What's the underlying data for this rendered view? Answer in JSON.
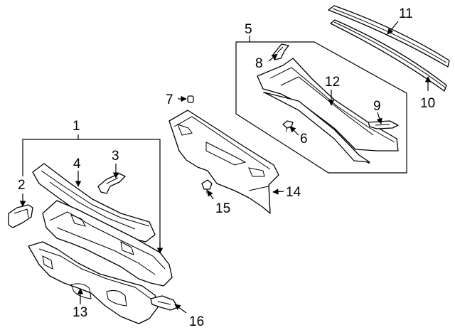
{
  "diagram": {
    "callouts": [
      {
        "id": "c1",
        "text": "1"
      },
      {
        "id": "c2",
        "text": "2"
      },
      {
        "id": "c3",
        "text": "3"
      },
      {
        "id": "c4",
        "text": "4"
      },
      {
        "id": "c5",
        "text": "5"
      },
      {
        "id": "c6",
        "text": "6"
      },
      {
        "id": "c7",
        "text": "7"
      },
      {
        "id": "c8",
        "text": "8"
      },
      {
        "id": "c9",
        "text": "9"
      },
      {
        "id": "c10",
        "text": "10"
      },
      {
        "id": "c11",
        "text": "11"
      },
      {
        "id": "c12",
        "text": "12"
      },
      {
        "id": "c13",
        "text": "13"
      },
      {
        "id": "c14",
        "text": "14"
      },
      {
        "id": "c15",
        "text": "15"
      },
      {
        "id": "c16",
        "text": "16"
      }
    ]
  }
}
